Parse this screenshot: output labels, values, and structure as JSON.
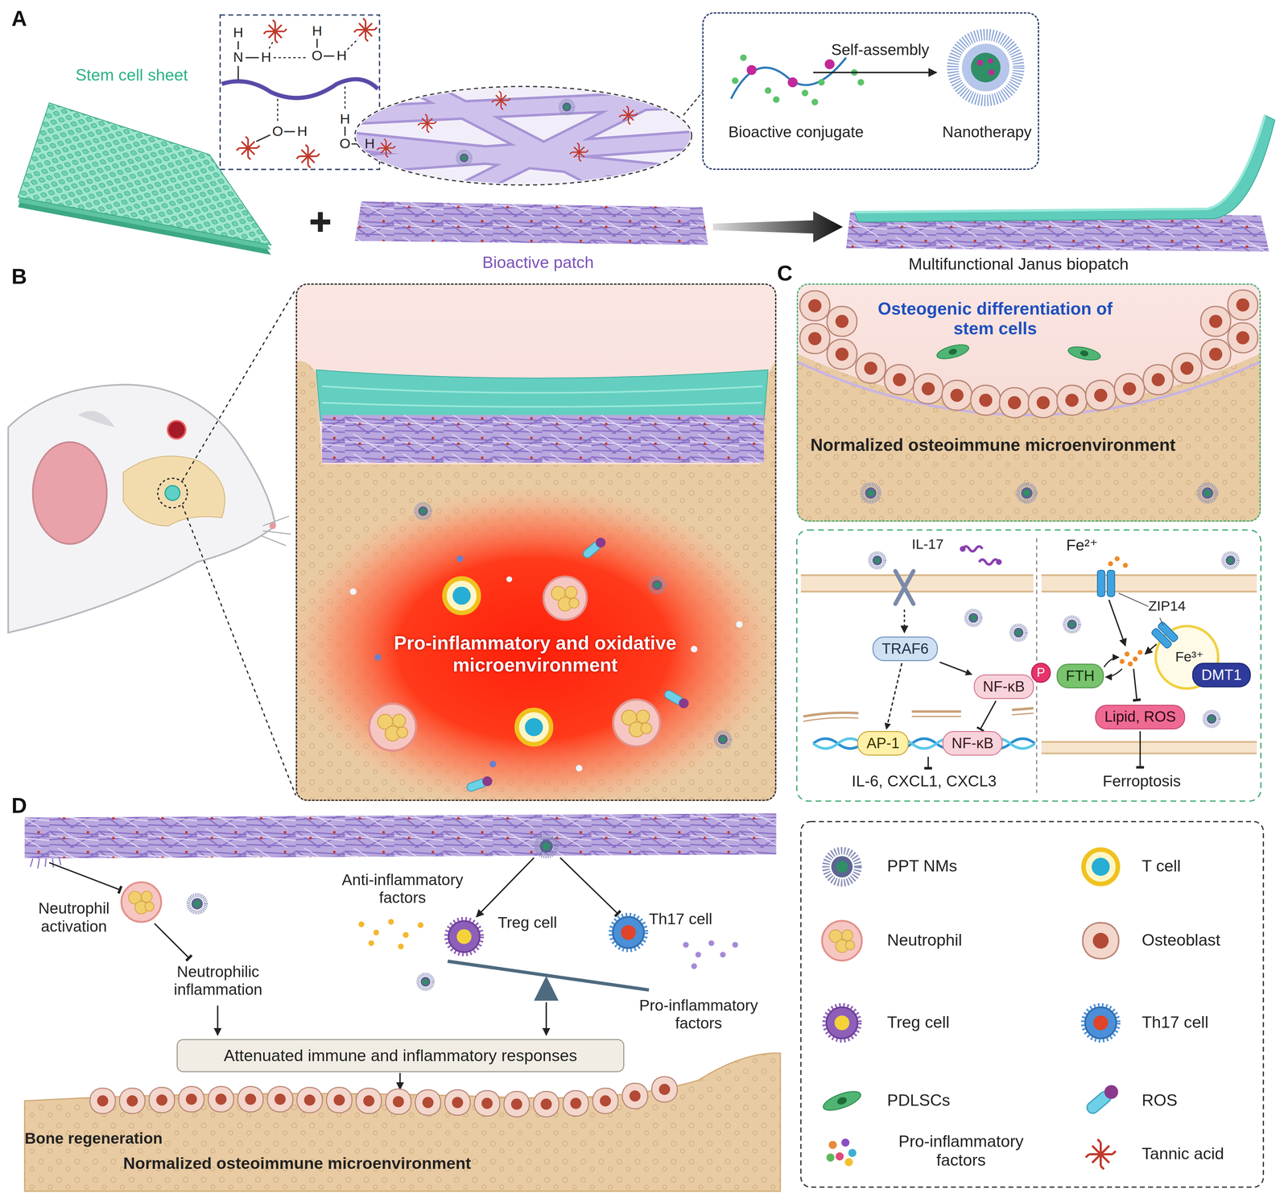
{
  "diagram": {
    "nodes": [
      {
        "text": [
          "Self-assembly",
          "Bioactive conjugate",
          "Nanotherapy"
        ]
      },
      {
        "text": [
          "Pro-inflammatory and oxidative microenvironment"
        ]
      },
      {
        "text": [
          "Osteogenic differentiation of stem cells",
          "Normalized osteoimmune microenvironment"
        ]
      },
      {
        "text": [
          "TRAF6"
        ]
      },
      {
        "text": [
          "NF-κB"
        ]
      },
      {
        "text": [
          "P"
        ],
        "in": 4
      },
      {
        "text": [
          "AP-1"
        ]
      },
      {
        "text": [
          "NF-κB"
        ]
      },
      {
        "text": [
          "FTH"
        ]
      },
      {
        "text": [
          "DMT1"
        ]
      },
      {
        "text": [
          "Lipid, ROS"
        ]
      },
      {
        "text": [
          "Attenuated immune and inflammatory responses"
        ]
      }
    ],
    "edges": [
      {
        "from": 3,
        "to": 4,
        "arrow": "to"
      },
      {
        "from": 3,
        "to": 6,
        "arrow": "to"
      },
      {
        "from": 4,
        "to": 7,
        "arrow": "to"
      }
    ],
    "labels": [
      "A",
      "Stem cell sheet",
      "H",
      "N",
      "H",
      "H",
      "O",
      "H",
      "O",
      "H",
      "H",
      "O",
      "H",
      "Bioactive patch",
      "Multifunctional Janus biopatch",
      "B",
      "C",
      "IL-17",
      "Fe²⁺",
      "ZIP14",
      "Fe³⁺",
      "IL-6, CXCL1, CXCL3",
      "Ferroptosis",
      "D",
      "Neutrophil activation",
      "Anti-inflammatory factors",
      "Treg cell",
      "Th17 cell",
      "Neutrophilic inflammation",
      "Pro-inflammatory factors",
      "Bone regeneration",
      "Normalized osteoimmune microenvironment"
    ],
    "legend": [
      {
        "text": "PPT NMs"
      },
      {
        "text": "T cell"
      },
      {
        "text": "Neutrophil"
      },
      {
        "text": "Osteoblast"
      },
      {
        "text": "Treg cell"
      },
      {
        "text": "Th17 cell"
      },
      {
        "text": "PDLSCs"
      },
      {
        "text": "ROS"
      },
      {
        "text": "Pro-inflammatory factors"
      },
      {
        "text": "Tannic acid"
      }
    ]
  }
}
